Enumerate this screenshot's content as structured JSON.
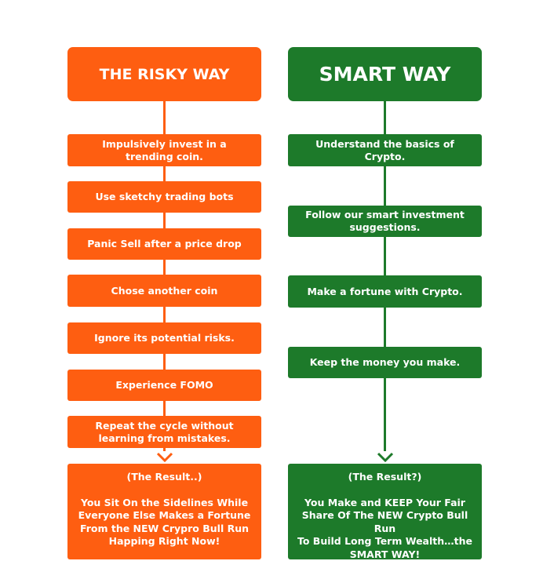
{
  "risky": {
    "title": "THE RISKY WAY",
    "steps": [
      "Impulsively invest in a\ntrending coin.",
      "Use sketchy trading bots",
      "Panic Sell after a price drop",
      "Chose another coin",
      "Ignore its potential risks.",
      "Experience FOMO",
      "Repeat the cycle without\nlearning from mistakes."
    ],
    "result_title": "(The Result..)",
    "result_body": "You Sit On the Sidelines While\nEveryone Else Makes a Fortune\nFrom the NEW Crypro Bull Run\nHapping Right Now!"
  },
  "smart": {
    "title": "SMART WAY",
    "steps": [
      "Understand the basics of\nCrypto.",
      "Follow our smart investment\nsuggestions.",
      "Make a fortune with Crypto.",
      "Keep the money you make."
    ],
    "result_title": "(The Result?)",
    "result_body": "You Make and KEEP Your Fair\nShare Of The NEW Crypto Bull Run\nTo Build Long Term Wealth…the\nSMART WAY!"
  },
  "colors": {
    "risky": "#fe5e11",
    "smart": "#1d7a2a"
  },
  "icons": {
    "flow_arrow": "arrow-down-icon"
  }
}
